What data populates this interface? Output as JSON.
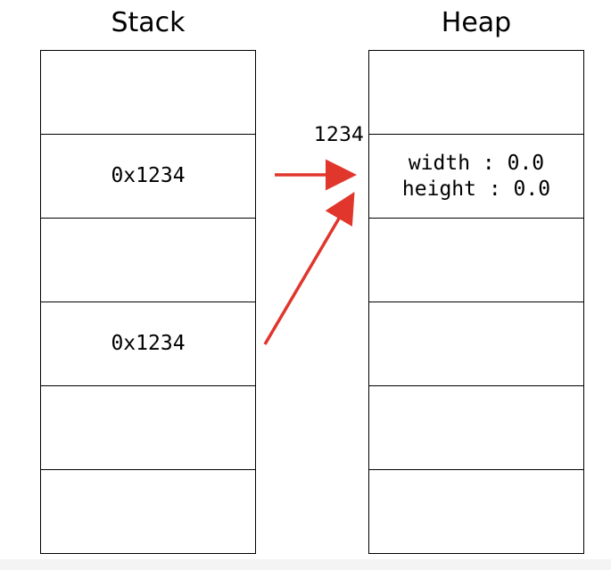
{
  "stack": {
    "title": "Stack",
    "cells": [
      {
        "lines": []
      },
      {
        "lines": [
          "0x1234"
        ]
      },
      {
        "lines": []
      },
      {
        "lines": [
          "0x1234"
        ]
      },
      {
        "lines": []
      },
      {
        "lines": []
      }
    ]
  },
  "heap": {
    "title": "Heap",
    "address_label": "1234",
    "cells": [
      {
        "lines": []
      },
      {
        "lines": [
          "width : 0.0",
          "height : 0.0"
        ]
      },
      {
        "lines": []
      },
      {
        "lines": []
      },
      {
        "lines": []
      },
      {
        "lines": []
      }
    ]
  },
  "arrows": {
    "color": "#e0362c",
    "items": [
      {
        "from": "stack.cells.1",
        "to": "heap.cells.1"
      },
      {
        "from": "stack.cells.3",
        "to": "heap.cells.1"
      }
    ]
  }
}
